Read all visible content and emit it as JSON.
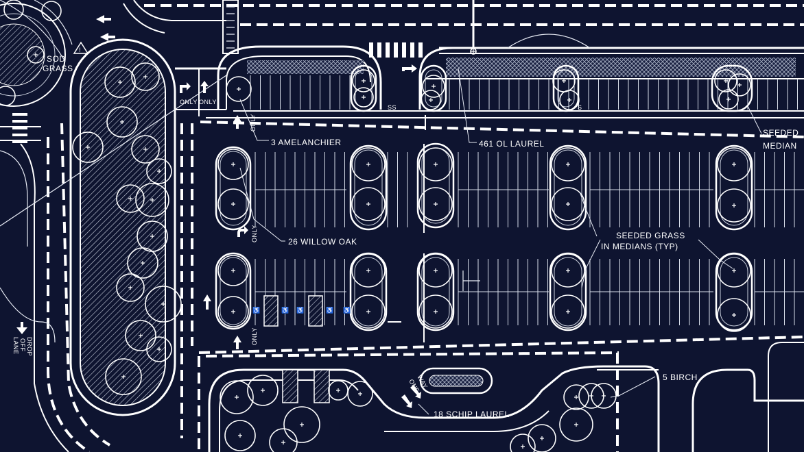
{
  "plan": {
    "labels": {
      "sod_grass_1": "SOD",
      "sod_grass_2": "GRASS",
      "amelanchier": "3 AMELANCHIER",
      "ol_laurel": "461 OL LAUREL",
      "seeded_median_1": "SEEDED",
      "seeded_median_2": "MEDIAN",
      "willow_oak": "26 WILLOW OAK",
      "seeded_grass_1": "SEEDED GRASS",
      "seeded_grass_2": "IN MEDIANS (TYP)",
      "birch": "5 BIRCH",
      "schip_laurel": "18 SCHIP LAUREL",
      "one_way_1": "ONE",
      "one_way_2": "WAY",
      "drop_off_1": "DROP",
      "drop_off_2": "OFF",
      "drop_off_3": "LANE",
      "only_1": "ONLY",
      "only_2": "ONLY",
      "only_3": "ONLY",
      "only_4": "ONLY",
      "only_5": "ONLY",
      "ss_1": "SS",
      "ss_2": "S"
    },
    "colors": {
      "background": "#0e1430",
      "linework": "#ffffff"
    }
  }
}
